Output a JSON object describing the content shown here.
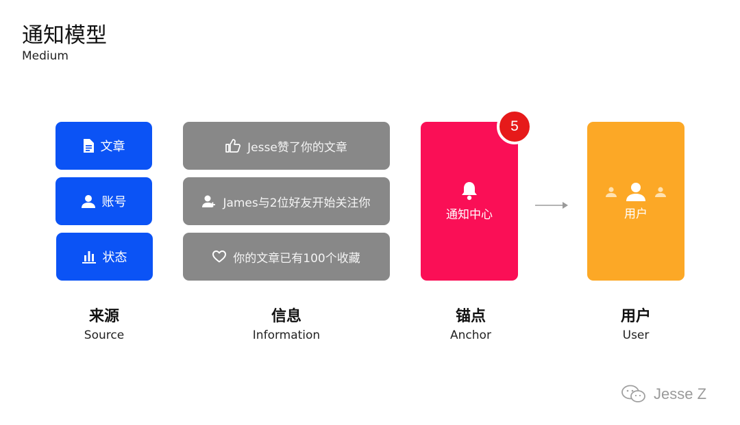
{
  "header": {
    "title": "通知模型",
    "subtitle": "Medium"
  },
  "source": {
    "items": [
      {
        "label": "文章",
        "icon": "document-icon"
      },
      {
        "label": "账号",
        "icon": "person-icon"
      },
      {
        "label": "状态",
        "icon": "bar-chart-icon"
      }
    ],
    "label_zh": "来源",
    "label_en": "Source"
  },
  "information": {
    "items": [
      {
        "text": "Jesse赞了你的文章",
        "icon": "thumbs-up-icon"
      },
      {
        "text": "James与2位好友开始关注你",
        "icon": "person-add-icon"
      },
      {
        "text": "你的文章已有100个收藏",
        "icon": "heart-icon"
      }
    ],
    "label_zh": "信息",
    "label_en": "Information"
  },
  "anchor": {
    "card_text": "通知中心",
    "badge": "5",
    "label_zh": "锚点",
    "label_en": "Anchor",
    "icon": "bell-icon"
  },
  "user": {
    "card_text": "用户",
    "label_zh": "用户",
    "label_en": "User",
    "icon": "users-icon"
  },
  "watermark": {
    "text": "Jesse Z",
    "icon": "wechat-icon"
  },
  "colors": {
    "source": "#0B53F5",
    "info": "#888888",
    "anchor": "#FA0F56",
    "badge": "#E61A1A",
    "user": "#FCA826"
  }
}
